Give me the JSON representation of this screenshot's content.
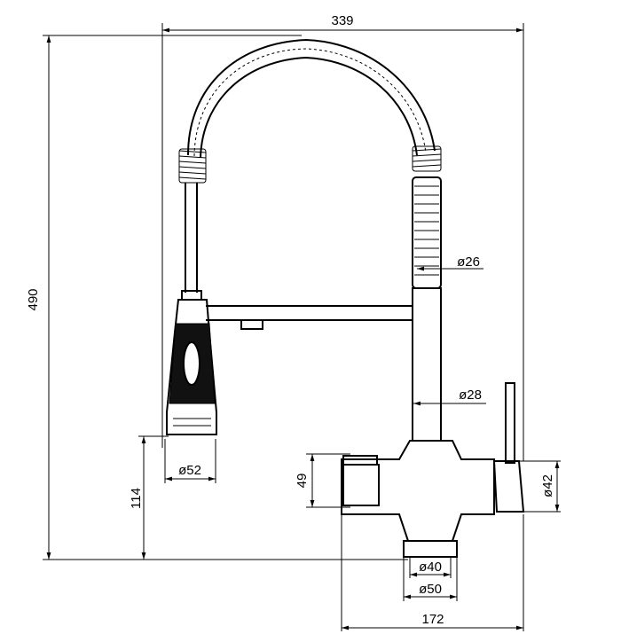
{
  "dimensions": {
    "overall_width": "339",
    "overall_height": "490",
    "spray_height": "114",
    "spray_diameter": "ø52",
    "hose_diameter": "ø26",
    "column_diameter": "ø28",
    "body_height": "49",
    "handle_diameter": "ø42",
    "base_inner_diameter": "ø40",
    "base_outer_diameter": "ø50",
    "body_width": "172"
  }
}
